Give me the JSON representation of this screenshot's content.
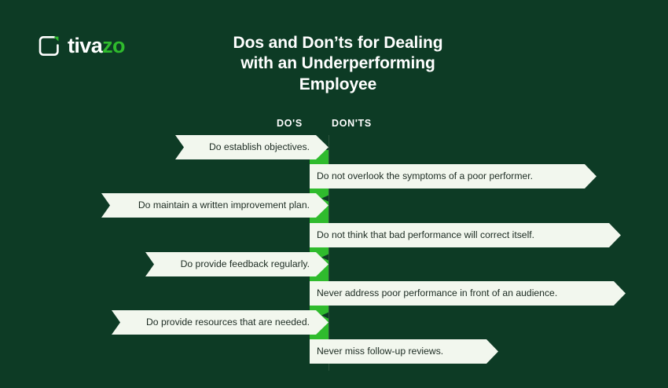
{
  "background_color": "#0d3b25",
  "accent_green": "#2fbb2d",
  "banner_color": "#f2f7ee",
  "logo": {
    "icon_name": "tivazo-square-icon",
    "text_primary": "tiva",
    "text_accent": "zo"
  },
  "title": {
    "line1": "Dos and Don’ts for Dealing",
    "line2": "with an Underperforming",
    "line3": "Employee"
  },
  "columns": {
    "dos_label": "DO'S",
    "donts_label": "DON'TS"
  },
  "rows": [
    {
      "side": "dos",
      "text": "Do establish objectives."
    },
    {
      "side": "donts",
      "text": "Do not overlook the symptoms of a poor performer."
    },
    {
      "side": "dos",
      "text": "Do maintain a written improvement plan."
    },
    {
      "side": "donts",
      "text": "Do not think that bad performance will correct itself."
    },
    {
      "side": "dos",
      "text": "Do provide feedback regularly."
    },
    {
      "side": "donts",
      "text": "Never address poor performance in front of an audience."
    },
    {
      "side": "dos",
      "text": "Do provide resources that are needed."
    },
    {
      "side": "donts",
      "text": "Never miss follow-up reviews."
    }
  ]
}
